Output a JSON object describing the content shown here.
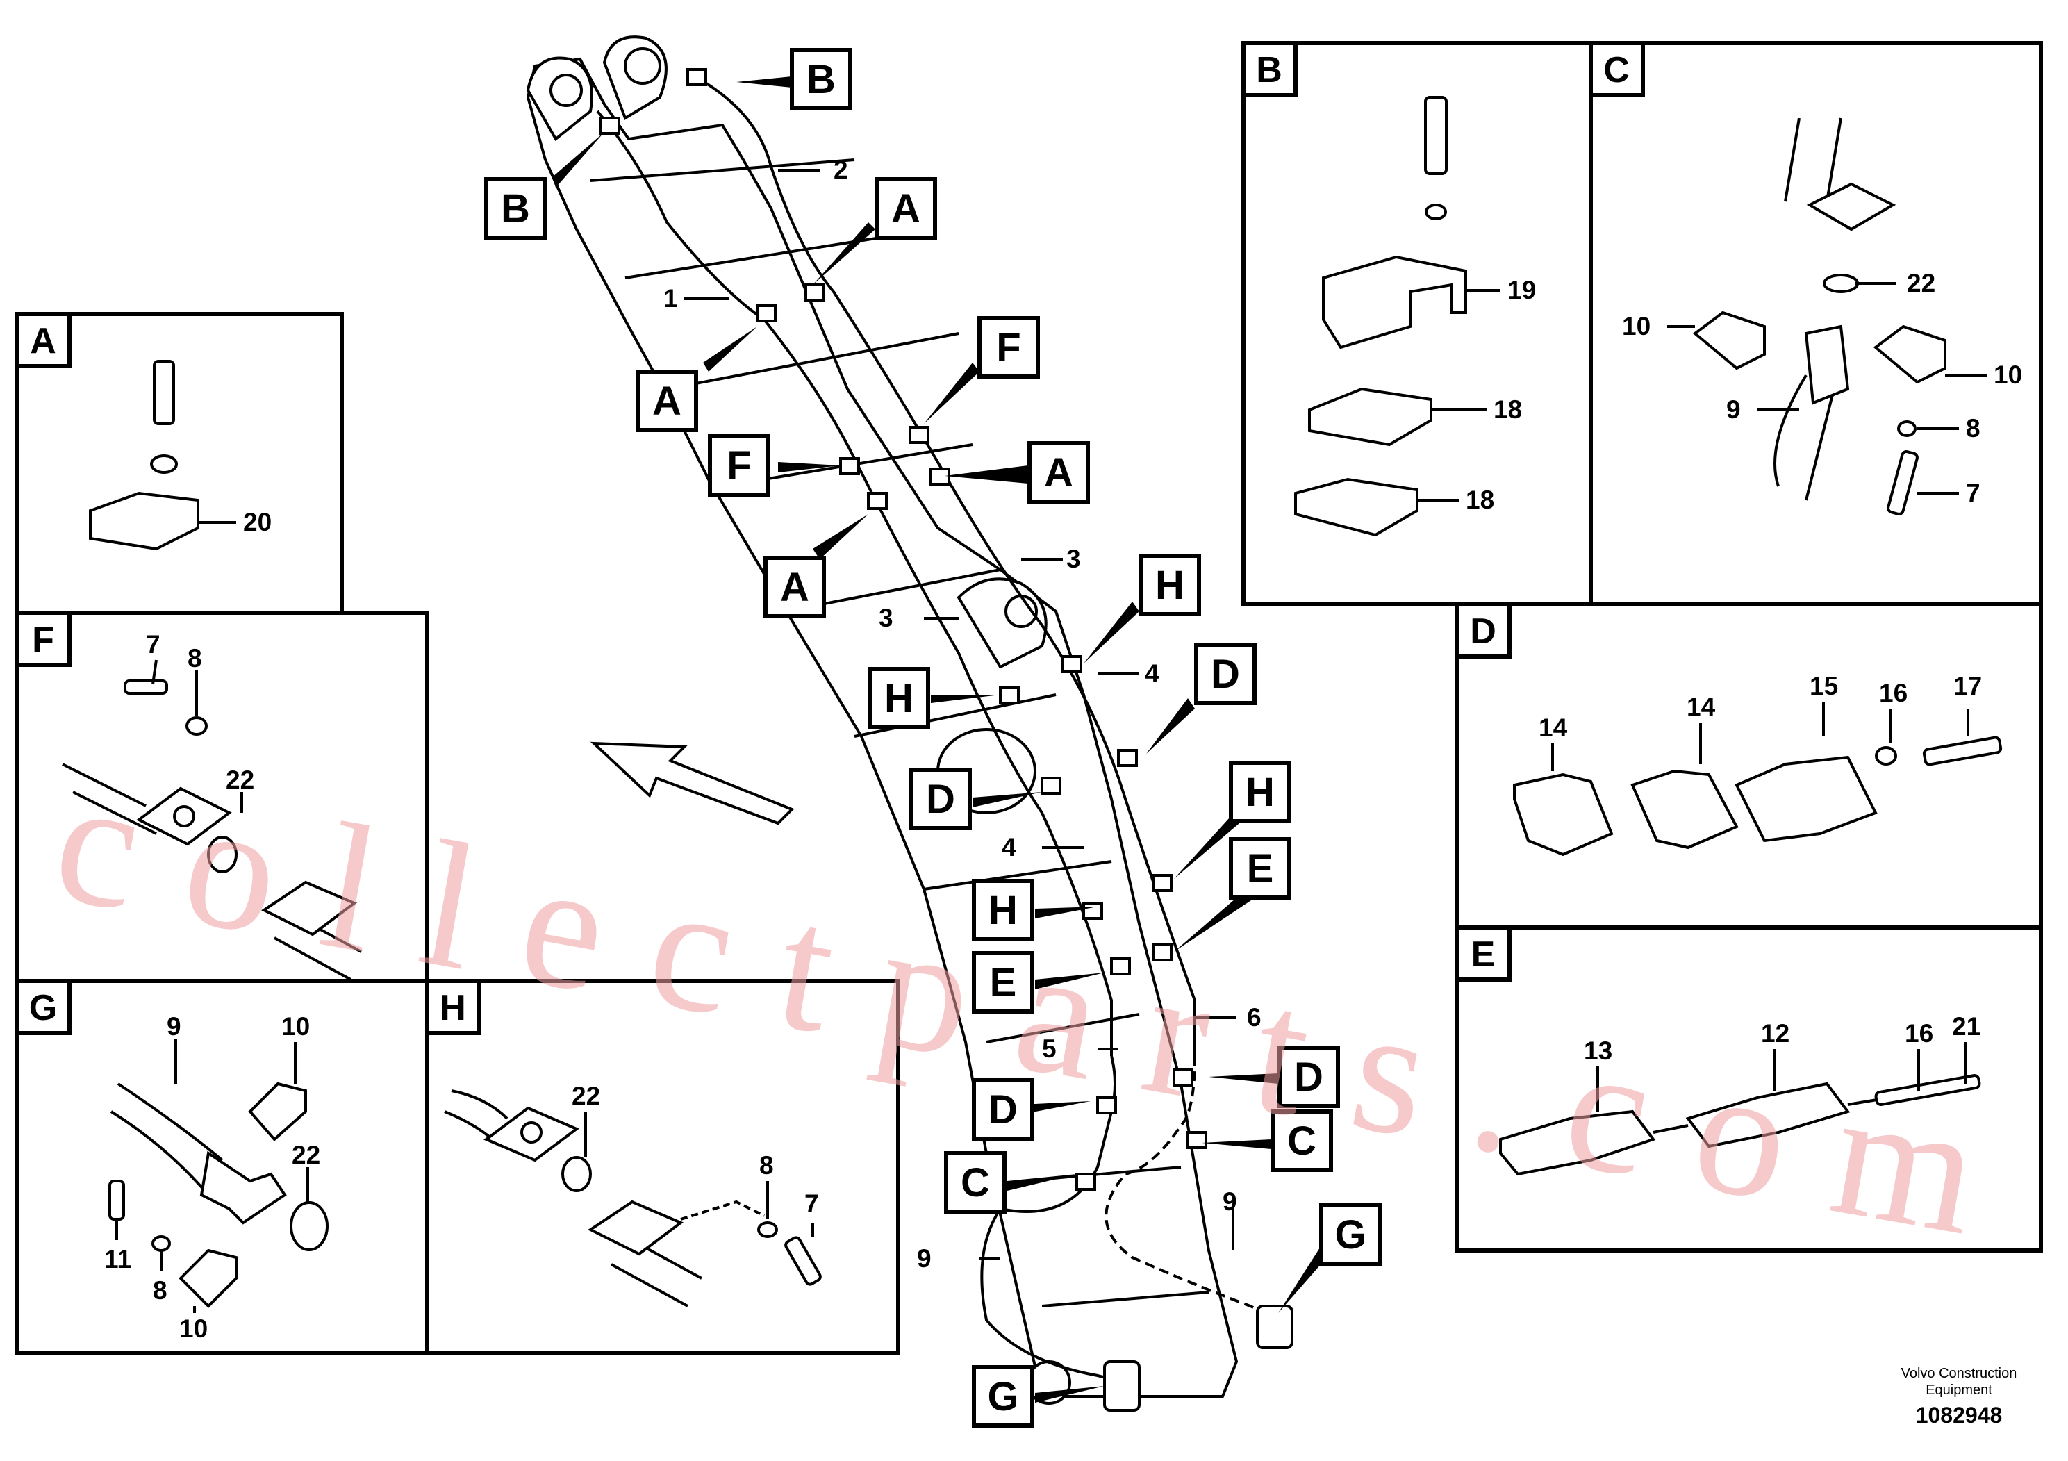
{
  "watermark": "collectparts.com",
  "footer": {
    "brand_line1": "Volvo Construction",
    "brand_line2": "Equipment",
    "drawing_no": "1082948"
  },
  "main": {
    "tags": [
      "B",
      "B",
      "A",
      "A",
      "F",
      "F",
      "A",
      "A",
      "H",
      "H",
      "D",
      "D",
      "H",
      "H",
      "E",
      "E",
      "D",
      "D",
      "C",
      "C",
      "G",
      "G"
    ],
    "numbers": [
      "1",
      "2",
      "3",
      "3",
      "4",
      "4",
      "5",
      "6",
      "9",
      "9"
    ]
  },
  "details": {
    "A": {
      "header": "A",
      "labels": [
        "20"
      ]
    },
    "B": {
      "header": "B",
      "labels": [
        "19",
        "18",
        "18"
      ]
    },
    "C": {
      "header": "C",
      "labels": [
        "22",
        "10",
        "10",
        "9",
        "8",
        "7"
      ]
    },
    "D": {
      "header": "D",
      "labels": [
        "14",
        "14",
        "15",
        "16",
        "17"
      ]
    },
    "E": {
      "header": "E",
      "labels": [
        "13",
        "12",
        "16",
        "21"
      ]
    },
    "F": {
      "header": "F",
      "labels": [
        "7",
        "8",
        "22"
      ]
    },
    "G": {
      "header": "G",
      "labels": [
        "9",
        "10",
        "22",
        "11",
        "8",
        "10"
      ]
    },
    "H": {
      "header": "H",
      "labels": [
        "22",
        "8",
        "7"
      ]
    }
  }
}
